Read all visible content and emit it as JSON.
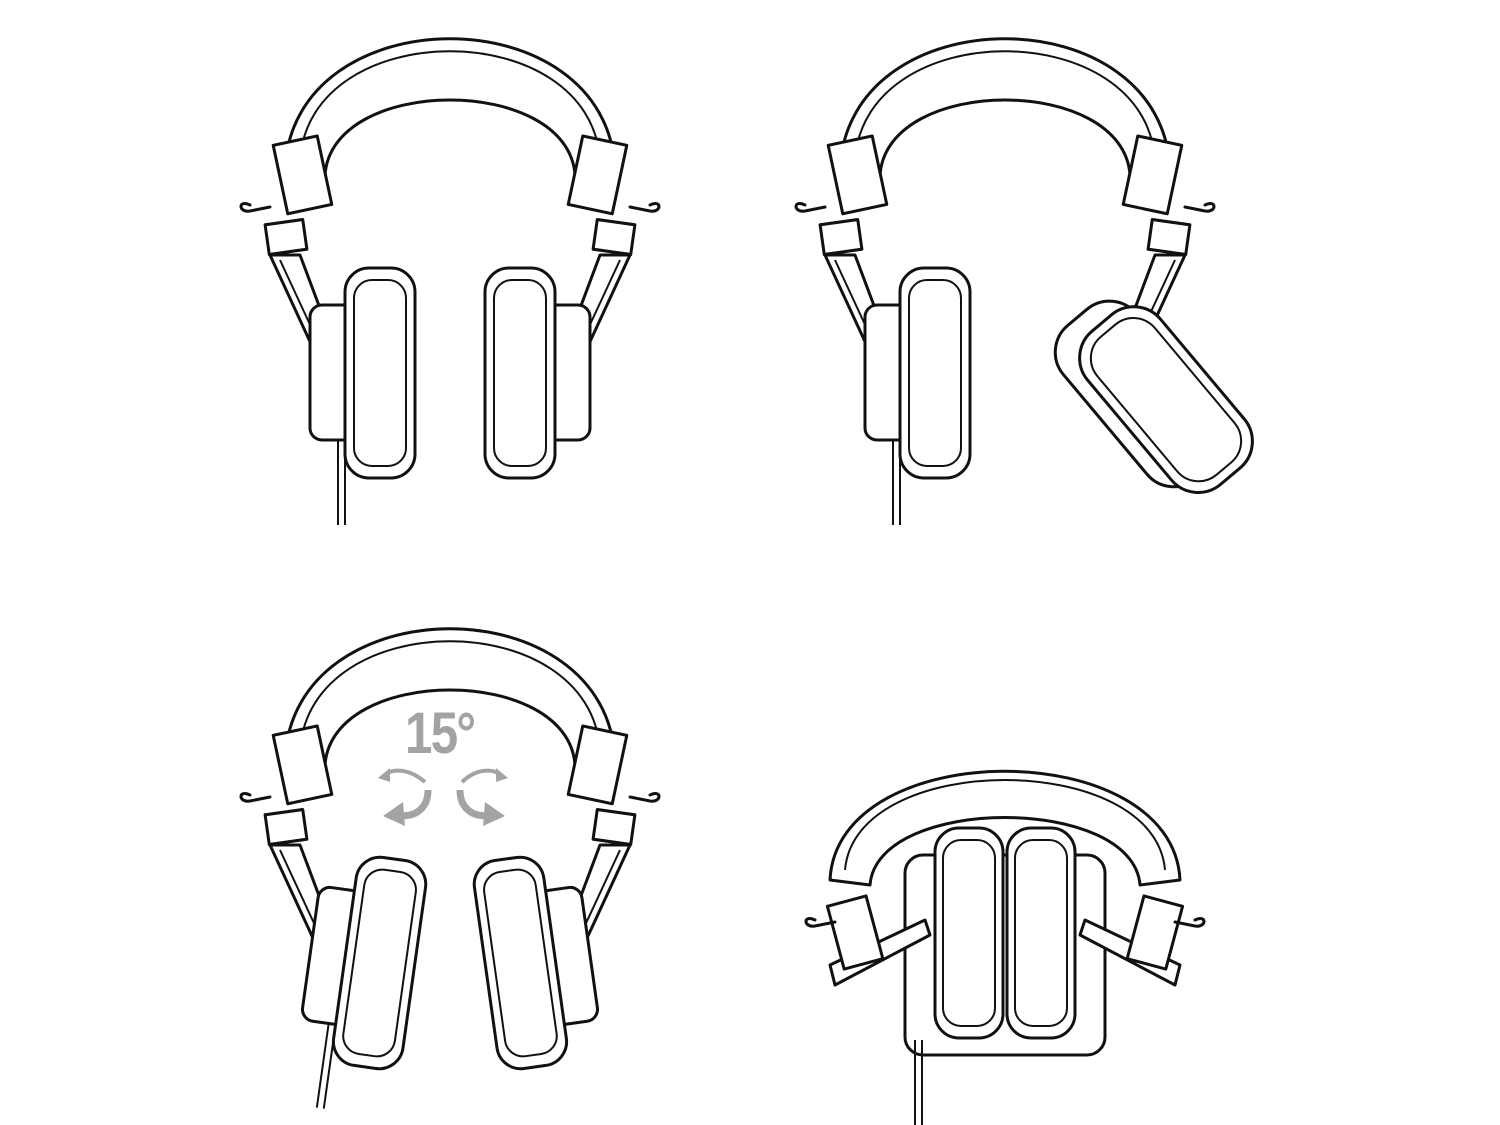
{
  "diagram": {
    "panels": [
      {
        "name": "headphones-front-view"
      },
      {
        "name": "headphones-earcup-swivel-view"
      },
      {
        "name": "headphones-15-degree-rotation-view"
      },
      {
        "name": "headphones-folded-view"
      }
    ],
    "rotation_label": "15°",
    "colors": {
      "line": "#111111",
      "arrow": "#a3a3a3",
      "background": "#ffffff"
    }
  }
}
